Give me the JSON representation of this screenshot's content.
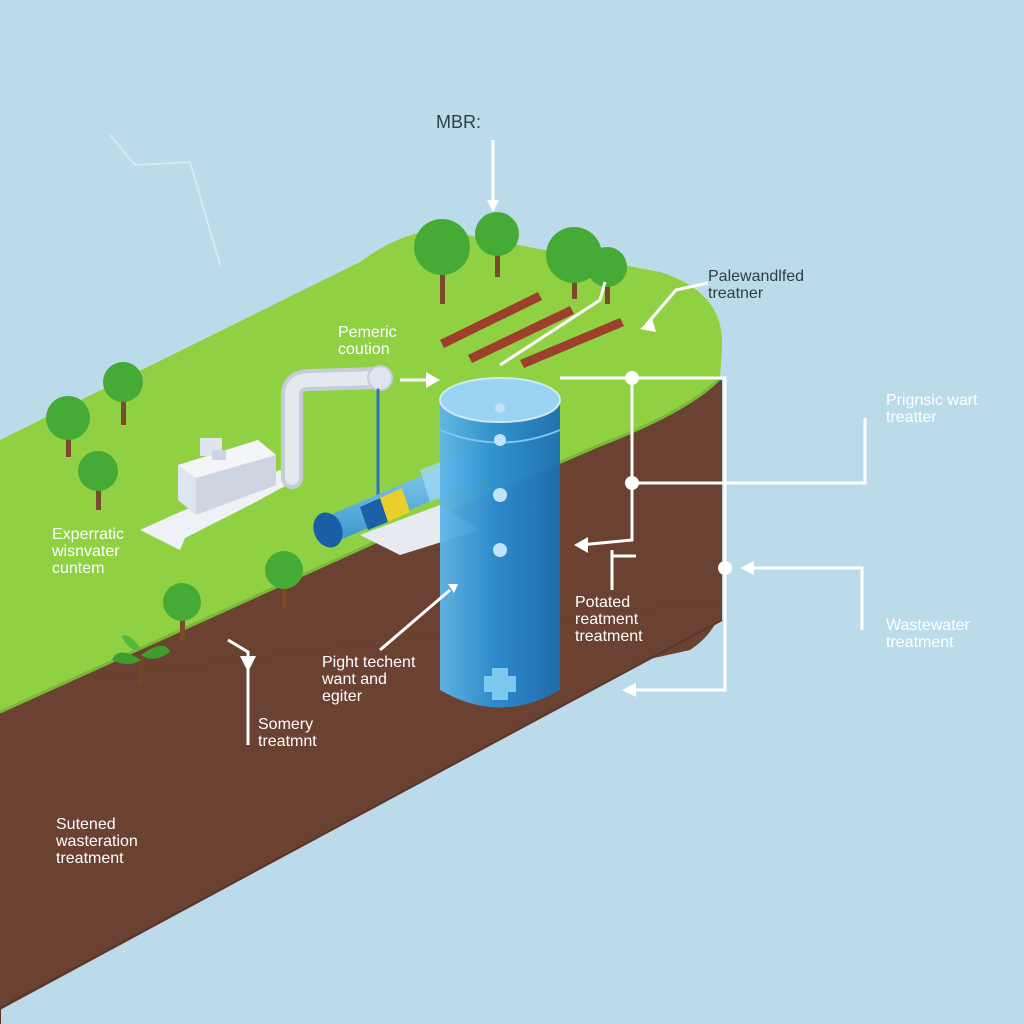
{
  "diagram": {
    "title": "MBR:",
    "labels": {
      "palewandlfed": [
        "Palewandlfed",
        "treatner"
      ],
      "pemeric": [
        "Pemeric",
        "coution"
      ],
      "prignsic": [
        "Prignsic wart",
        "treatter"
      ],
      "experratic": [
        "Experratic",
        "wisnvater",
        "cuntem"
      ],
      "potated": [
        "Potated",
        "reatment",
        "treatment"
      ],
      "wastewater": [
        "Wastewater",
        "treatment"
      ],
      "pight": [
        "Pight techent",
        "want and",
        "egiter"
      ],
      "somery": [
        "Somery",
        "treatmnt"
      ],
      "sutened": [
        "Sutened",
        "wasteration",
        "treatment"
      ]
    },
    "colors": {
      "sky": "#bcdbea",
      "grass": "#8fd142",
      "soil": "#6b4132",
      "tank": "#3aa0dc",
      "pipe": "#d4dbe2",
      "bed": "#9c3f2d",
      "tree": "#46aa36",
      "connector": "#ffffff"
    },
    "icons": [
      "tree-icon",
      "plant-icon",
      "building-icon",
      "pump-icon",
      "tank-icon",
      "pipe-icon",
      "arrow-icon"
    ]
  }
}
